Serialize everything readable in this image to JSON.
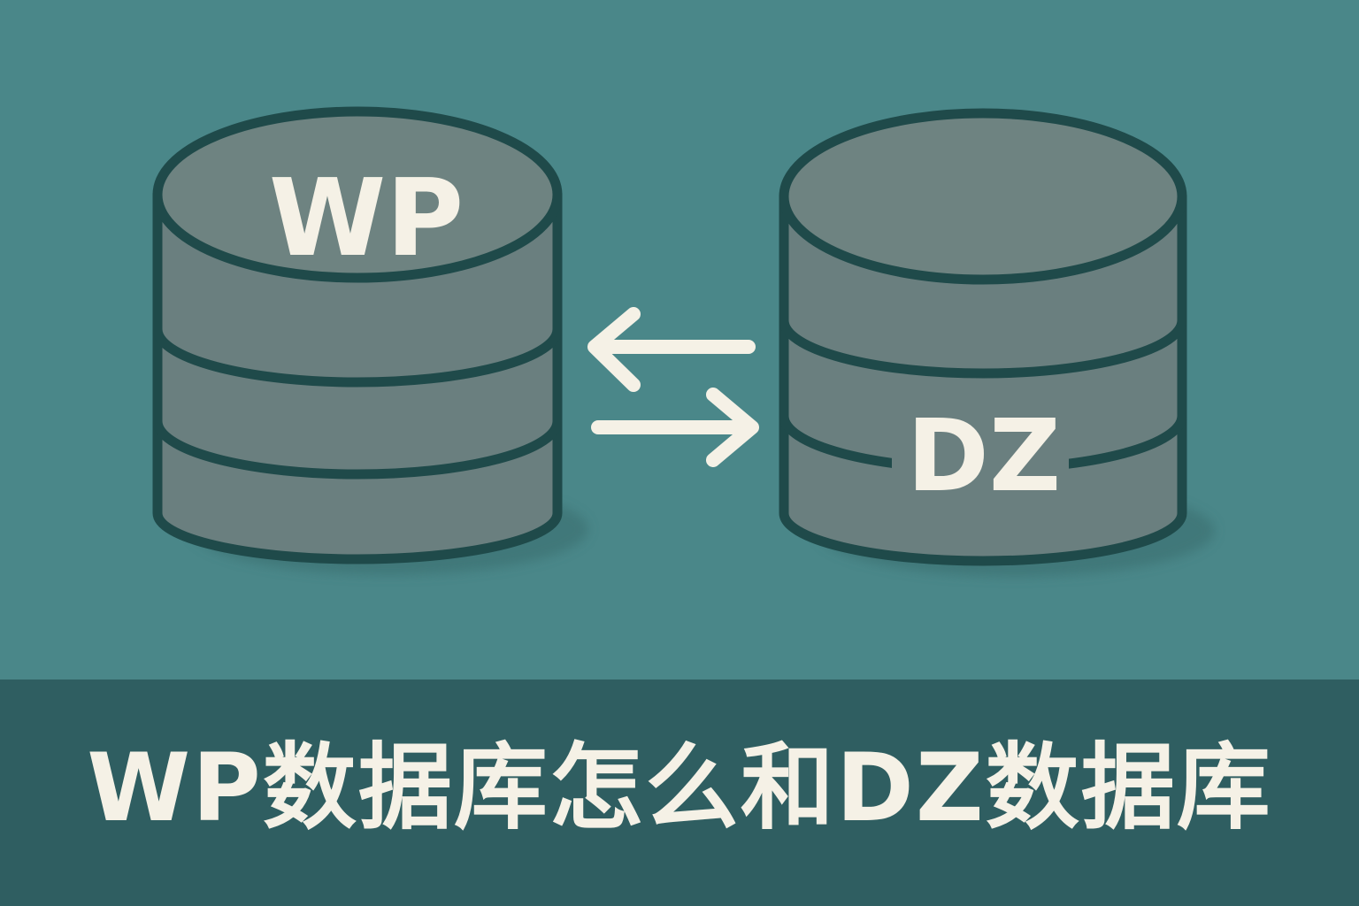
{
  "colors": {
    "background": "#4a8789",
    "caption_bar": "#2f5e61",
    "cylinder_fill": "#6a7f7f",
    "cylinder_outline": "#1f4a4a",
    "text_and_arrows": "#f5f1e6"
  },
  "icons": {
    "left_database": "database-cylinder-icon",
    "right_database": "database-cylinder-icon",
    "arrow_top": "arrow-left-icon",
    "arrow_bottom": "arrow-right-icon"
  },
  "left_database": {
    "label": "WP"
  },
  "right_database": {
    "label": "DZ"
  },
  "caption": {
    "text": "WP数据库怎么和DZ数据库"
  }
}
